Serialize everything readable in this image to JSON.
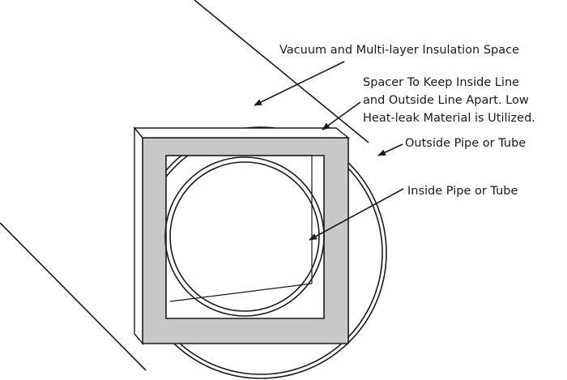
{
  "labels": {
    "vacuum": "Vacuum and Multi-layer Insulation Space",
    "spacer_line1": "Spacer To Keep Inside Line",
    "spacer_line2": "and Outside Line Apart. Low",
    "spacer_line3": "Heat-leak Material is Utilized.",
    "outside_pipe": "Outside Pipe or Tube",
    "inside_pipe": "Inside Pipe or Tube"
  },
  "colors": {
    "line": "#1a1a1a",
    "spacer_fill": "#c8c8c8",
    "background": "#ffffff"
  }
}
